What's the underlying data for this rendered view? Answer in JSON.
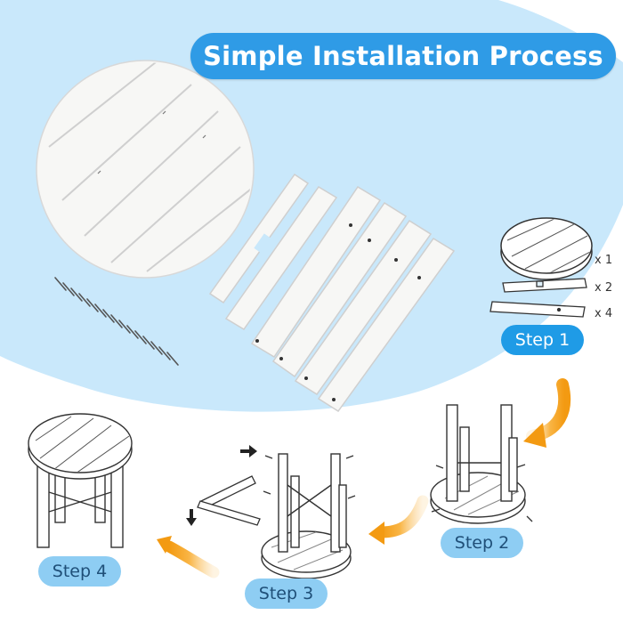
{
  "title": "Simple Installation Process",
  "steps": {
    "step1": "Step 1",
    "step2": "Step 2",
    "step3": "Step 3",
    "step4": "Step 4"
  },
  "quantities": {
    "tabletop": "x 1",
    "cross_brace": "x 2",
    "leg": "x 4"
  },
  "colors": {
    "background_blob": "#c9e8fb",
    "title_pill": "#2f9be6",
    "step_pill": "#8ecdf3",
    "step_pill_active": "#1f9be6",
    "arrow_orange": "#f7a21b",
    "wood_white": "#f7f7f5",
    "outline_gray": "#c8c8c8"
  },
  "icons": [
    "screw-icon",
    "orange-arrow-icon",
    "black-arrow-icon"
  ]
}
